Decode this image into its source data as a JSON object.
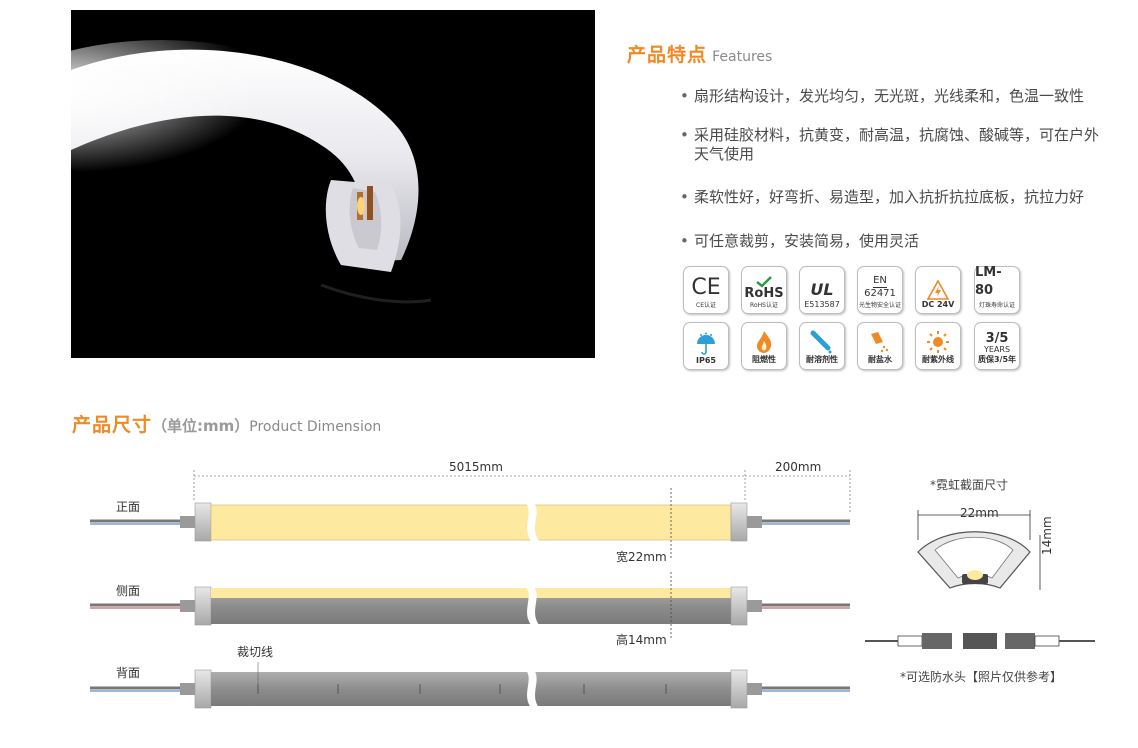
{
  "features": {
    "title": "产品特点",
    "subtitle": "Features",
    "items": [
      "扇形结构设计，发光均匀，无光斑，光线柔和，色温一致性",
      "采用硅胶材料，抗黄变，耐高温，抗腐蚀、酸碱等，可在户外天气使用",
      "柔软性好，好弯折、易造型，加入抗折抗拉底板，抗拉力好",
      "可任意裁剪，安装简易，使用灵活"
    ]
  },
  "certs": {
    "row1": [
      {
        "icon": "ce-mark-icon",
        "mark": "CE",
        "caption": "CE认证"
      },
      {
        "icon": "rohs-mark-icon",
        "mark": "RoHS",
        "caption": "RoHS认证"
      },
      {
        "icon": "ul-mark-icon",
        "mark": "UL",
        "caption": "E513587"
      },
      {
        "icon": "en-standard-icon",
        "mark": "EN",
        "mark2": "62471",
        "caption": "光生物安全认证"
      },
      {
        "icon": "voltage-warning-icon",
        "caption": "DC 24V"
      },
      {
        "icon": "lm80-icon",
        "mark": "LM-80",
        "caption": "灯珠寿命认证"
      }
    ],
    "row2": [
      {
        "icon": "waterproof-umbrella-icon",
        "caption": "IP65"
      },
      {
        "icon": "flame-retardant-icon",
        "caption": "阻燃性"
      },
      {
        "icon": "solvent-resistant-icon",
        "caption": "耐溶剂性"
      },
      {
        "icon": "salt-water-resistant-icon",
        "caption": "耐盐水"
      },
      {
        "icon": "uv-resistant-sun-icon",
        "caption": "耐紫外线"
      },
      {
        "icon": "warranty-icon",
        "mark": "3/5",
        "mark2": "YEARS",
        "caption": "质保3/5年"
      }
    ]
  },
  "dimension": {
    "title": "产品尺寸",
    "unit": "（单位:mm）",
    "subtitle": "Product Dimension",
    "length": "5015mm",
    "lead_length": "200mm",
    "views": [
      "正面",
      "侧面",
      "背面"
    ],
    "width_label": "宽22mm",
    "height_label": "高14mm",
    "cut_line": "裁切线",
    "section_caption": "*霓虹截面尺寸",
    "section_width": "22mm",
    "section_height": "14mm",
    "connector_caption": "*可选防水头【照片仅供参考】"
  },
  "colors": {
    "accent": "#f08a24",
    "led_yellow": "#fde9a0",
    "profile_gray": "#8d8d8d"
  }
}
